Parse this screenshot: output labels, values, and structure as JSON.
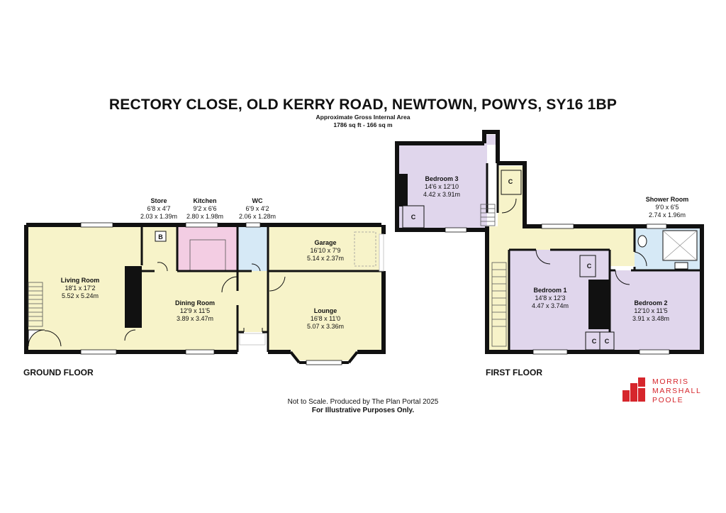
{
  "header": {
    "title": "RECTORY CLOSE, OLD KERRY ROAD, NEWTOWN, POWYS, SY16 1BP",
    "area_label": "Approximate Gross Internal Area",
    "area_value": "1786 sq ft - 166 sq m"
  },
  "floors": {
    "ground": "GROUND FLOOR",
    "first": "FIRST FLOOR"
  },
  "rooms": {
    "living": {
      "name": "Living Room",
      "imperial": "18'1 x 17'2",
      "metric": "5.52 x 5.24m"
    },
    "store": {
      "name": "Store",
      "imperial": "6'8 x 4'7",
      "metric": "2.03 x 1.39m"
    },
    "kitchen": {
      "name": "Kitchen",
      "imperial": "9'2 x 6'6",
      "metric": "2.80 x 1.98m"
    },
    "wc": {
      "name": "WC",
      "imperial": "6'9 x 4'2",
      "metric": "2.06 x 1.28m"
    },
    "garage": {
      "name": "Garage",
      "imperial": "16'10 x 7'9",
      "metric": "5.14 x 2.37m"
    },
    "dining": {
      "name": "Dining Room",
      "imperial": "12'9 x 11'5",
      "metric": "3.89 x 3.47m"
    },
    "lounge": {
      "name": "Lounge",
      "imperial": "16'8 x 11'0",
      "metric": "5.07 x 3.36m"
    },
    "bed3": {
      "name": "Bedroom 3",
      "imperial": "14'6 x 12'10",
      "metric": "4.42 x 3.91m"
    },
    "shower": {
      "name": "Shower Room",
      "imperial": "9'0 x 6'5",
      "metric": "2.74 x 1.96m"
    },
    "bed1": {
      "name": "Bedroom 1",
      "imperial": "14'8 x 12'3",
      "metric": "4.47 x 3.74m"
    },
    "bed2": {
      "name": "Bedroom 2",
      "imperial": "12'10 x 11'5",
      "metric": "3.91 x 3.48m"
    }
  },
  "markers": {
    "boiler": "B",
    "cupboard": "C"
  },
  "footer": {
    "note": "Not to Scale. Produced by The Plan Portal 2025",
    "illustrative": "For Illustrative Purposes Only."
  },
  "logo": {
    "line1": "MORRIS",
    "line2": "MARSHALL",
    "line3": "POOLE"
  },
  "colors": {
    "room_yellow": "#f7f3c9",
    "room_pink": "#f3cde3",
    "room_blue": "#d6e9f6",
    "room_lilac": "#e0d6ec",
    "wall": "#111111",
    "brand_red": "#d6262c"
  }
}
